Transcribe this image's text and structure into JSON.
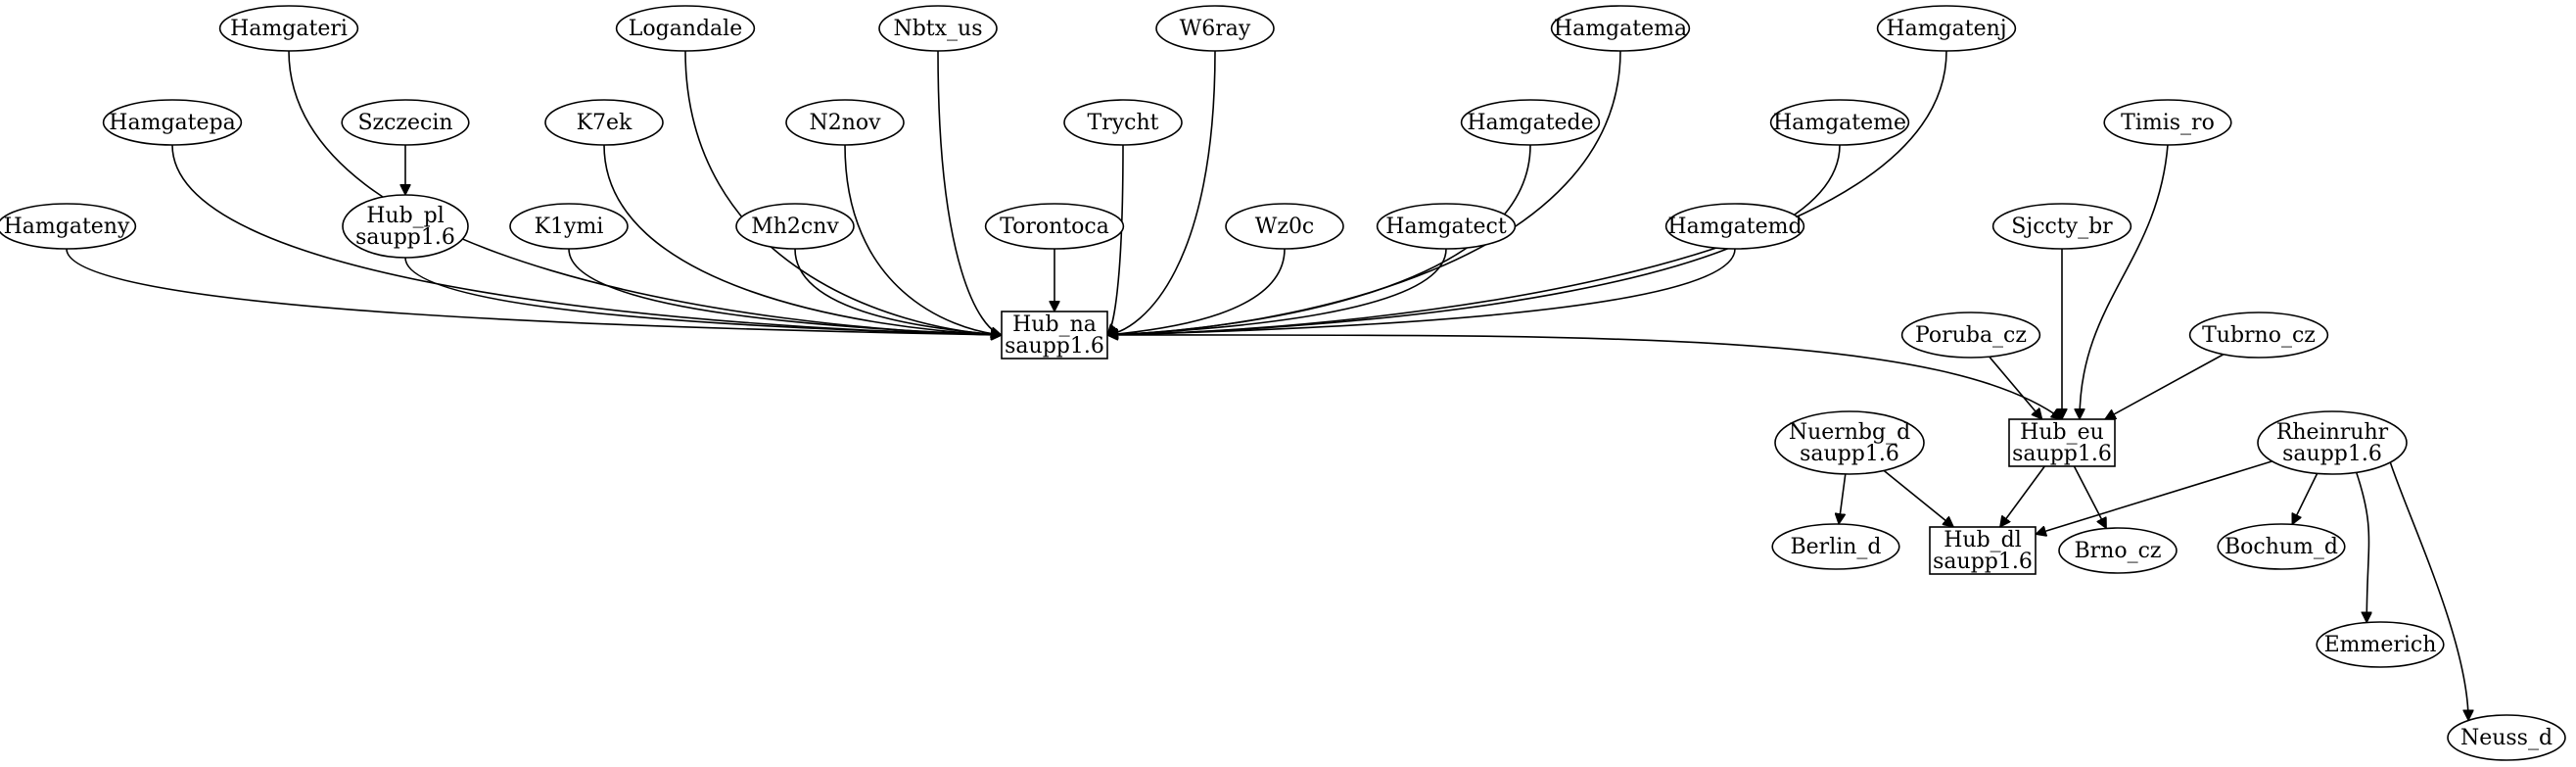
{
  "nodes": [
    {
      "id": "hamgateri",
      "lines": [
        "Hamgateri"
      ],
      "shape": "ellipse"
    },
    {
      "id": "logandale",
      "lines": [
        "Logandale"
      ],
      "shape": "ellipse"
    },
    {
      "id": "nbtx_us",
      "lines": [
        "Nbtx_us"
      ],
      "shape": "ellipse"
    },
    {
      "id": "w6ray",
      "lines": [
        "W6ray"
      ],
      "shape": "ellipse"
    },
    {
      "id": "hamgatema",
      "lines": [
        "Hamgatema"
      ],
      "shape": "ellipse"
    },
    {
      "id": "hamgatenj",
      "lines": [
        "Hamgatenj"
      ],
      "shape": "ellipse"
    },
    {
      "id": "hamgatepa",
      "lines": [
        "Hamgatepa"
      ],
      "shape": "ellipse"
    },
    {
      "id": "szczecin",
      "lines": [
        "Szczecin"
      ],
      "shape": "ellipse"
    },
    {
      "id": "k7ek",
      "lines": [
        "K7ek"
      ],
      "shape": "ellipse"
    },
    {
      "id": "n2nov",
      "lines": [
        "N2nov"
      ],
      "shape": "ellipse"
    },
    {
      "id": "trycht",
      "lines": [
        "Trycht"
      ],
      "shape": "ellipse"
    },
    {
      "id": "hamgatede",
      "lines": [
        "Hamgatede"
      ],
      "shape": "ellipse"
    },
    {
      "id": "hamgateme",
      "lines": [
        "Hamgateme"
      ],
      "shape": "ellipse"
    },
    {
      "id": "timis_ro",
      "lines": [
        "Timis_ro"
      ],
      "shape": "ellipse"
    },
    {
      "id": "hamgateny",
      "lines": [
        "Hamgateny"
      ],
      "shape": "ellipse"
    },
    {
      "id": "hub_pl",
      "lines": [
        "Hub_pl",
        "saupp1.6"
      ],
      "shape": "ellipse"
    },
    {
      "id": "k1ymi",
      "lines": [
        "K1ymi"
      ],
      "shape": "ellipse"
    },
    {
      "id": "mh2cnv",
      "lines": [
        "Mh2cnv"
      ],
      "shape": "ellipse"
    },
    {
      "id": "torontoca",
      "lines": [
        "Torontoca"
      ],
      "shape": "ellipse"
    },
    {
      "id": "wz0c",
      "lines": [
        "Wz0c"
      ],
      "shape": "ellipse"
    },
    {
      "id": "hamgatect",
      "lines": [
        "Hamgatect"
      ],
      "shape": "ellipse"
    },
    {
      "id": "hamgatemd",
      "lines": [
        "Hamgatemd"
      ],
      "shape": "ellipse"
    },
    {
      "id": "sjccty_br",
      "lines": [
        "Sjccty_br"
      ],
      "shape": "ellipse"
    },
    {
      "id": "hub_na",
      "lines": [
        "Hub_na",
        "saupp1.6"
      ],
      "shape": "box"
    },
    {
      "id": "poruba_cz",
      "lines": [
        "Poruba_cz"
      ],
      "shape": "ellipse"
    },
    {
      "id": "tubrno_cz",
      "lines": [
        "Tubrno_cz"
      ],
      "shape": "ellipse"
    },
    {
      "id": "hub_eu",
      "lines": [
        "Hub_eu",
        "saupp1.6"
      ],
      "shape": "box"
    },
    {
      "id": "nuernbg_d",
      "lines": [
        "Nuernbg_d",
        "saupp1.6"
      ],
      "shape": "ellipse"
    },
    {
      "id": "rheinruhr",
      "lines": [
        "Rheinruhr",
        "saupp1.6"
      ],
      "shape": "ellipse"
    },
    {
      "id": "berlin_d",
      "lines": [
        "Berlin_d"
      ],
      "shape": "ellipse"
    },
    {
      "id": "hub_dl",
      "lines": [
        "Hub_dl",
        "saupp1.6"
      ],
      "shape": "box"
    },
    {
      "id": "brno_cz",
      "lines": [
        "Brno_cz"
      ],
      "shape": "ellipse"
    },
    {
      "id": "bochum_d",
      "lines": [
        "Bochum_d"
      ],
      "shape": "ellipse"
    },
    {
      "id": "emmerich",
      "lines": [
        "Emmerich"
      ],
      "shape": "ellipse"
    },
    {
      "id": "neuss_d",
      "lines": [
        "Neuss_d"
      ],
      "shape": "ellipse"
    }
  ],
  "edges": [
    {
      "from": "hamgateri",
      "to": "hub_na"
    },
    {
      "from": "logandale",
      "to": "hub_na"
    },
    {
      "from": "nbtx_us",
      "to": "hub_na"
    },
    {
      "from": "w6ray",
      "to": "hub_na"
    },
    {
      "from": "hamgatema",
      "to": "hub_na"
    },
    {
      "from": "hamgatenj",
      "to": "hub_na"
    },
    {
      "from": "hamgatepa",
      "to": "hub_na"
    },
    {
      "from": "szczecin",
      "to": "hub_pl"
    },
    {
      "from": "hub_pl",
      "to": "hub_na"
    },
    {
      "from": "k7ek",
      "to": "hub_na"
    },
    {
      "from": "n2nov",
      "to": "hub_na"
    },
    {
      "from": "trycht",
      "to": "hub_na"
    },
    {
      "from": "hamgatede",
      "to": "hub_na"
    },
    {
      "from": "hamgateme",
      "to": "hub_na"
    },
    {
      "from": "hamgateny",
      "to": "hub_na"
    },
    {
      "from": "k1ymi",
      "to": "hub_na"
    },
    {
      "from": "mh2cnv",
      "to": "hub_na"
    },
    {
      "from": "torontoca",
      "to": "hub_na"
    },
    {
      "from": "wz0c",
      "to": "hub_na"
    },
    {
      "from": "hamgatect",
      "to": "hub_na"
    },
    {
      "from": "hamgatemd",
      "to": "hub_na"
    },
    {
      "from": "hub_na",
      "to": "hub_eu"
    },
    {
      "from": "timis_ro",
      "to": "hub_eu"
    },
    {
      "from": "sjccty_br",
      "to": "hub_eu"
    },
    {
      "from": "poruba_cz",
      "to": "hub_eu"
    },
    {
      "from": "tubrno_cz",
      "to": "hub_eu"
    },
    {
      "from": "hub_eu",
      "to": "hub_dl"
    },
    {
      "from": "hub_eu",
      "to": "brno_cz"
    },
    {
      "from": "nuernbg_d",
      "to": "berlin_d"
    },
    {
      "from": "nuernbg_d",
      "to": "hub_dl"
    },
    {
      "from": "rheinruhr",
      "to": "hub_dl"
    },
    {
      "from": "rheinruhr",
      "to": "bochum_d"
    },
    {
      "from": "rheinruhr",
      "to": "emmerich"
    },
    {
      "from": "rheinruhr",
      "to": "neuss_d"
    }
  ]
}
